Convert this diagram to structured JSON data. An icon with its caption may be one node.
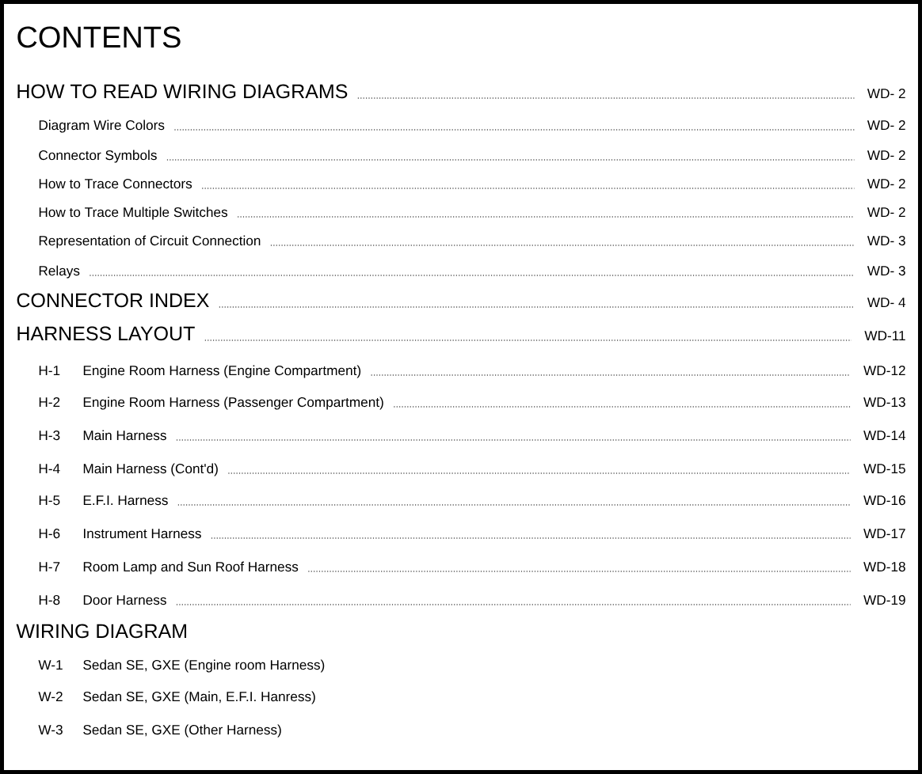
{
  "diagram": {
    "title": "CONTENTS",
    "labels": [
      "HOW TO READ WIRING DIAGRAMS",
      "WD- 2",
      "Diagram Wire Colors",
      "WD- 2",
      "Connector Symbols",
      "WD- 2",
      "How to Trace Connectors",
      "WD- 2",
      "How to Trace Multiple Switches",
      "WD- 2",
      "Representation of Circuit Connection",
      "WD- 3",
      "Relays",
      "WD- 3",
      "CONNECTOR INDEX",
      "WD- 4",
      "HARNESS LAYOUT",
      "WD-11",
      "H-1",
      "Engine Room Harness (Engine Compartment)",
      "WD-12",
      "H-2",
      "Engine Room Harness (Passenger Compartment)",
      "WD-13",
      "H-3",
      "Main Harness",
      "WD-14",
      "H-4",
      "Main Harness (Cont'd)",
      "WD-15",
      "H-5",
      "E.F.I. Harness",
      "WD-16",
      "H-6",
      "Instrument Harness",
      "WD-17",
      "H-7",
      "Room Lamp and Sun Roof Harness",
      "WD-18",
      "H-8",
      "Door Harness",
      "WD-19",
      "WIRING DIAGRAM",
      "W-1",
      "Sedan SE, GXE (Engine room Harness)",
      "W-2",
      "Sedan SE, GXE (Main, E.F.I. Hanress)",
      "W-3",
      "Sedan SE, GXE (Other Harness)"
    ]
  }
}
